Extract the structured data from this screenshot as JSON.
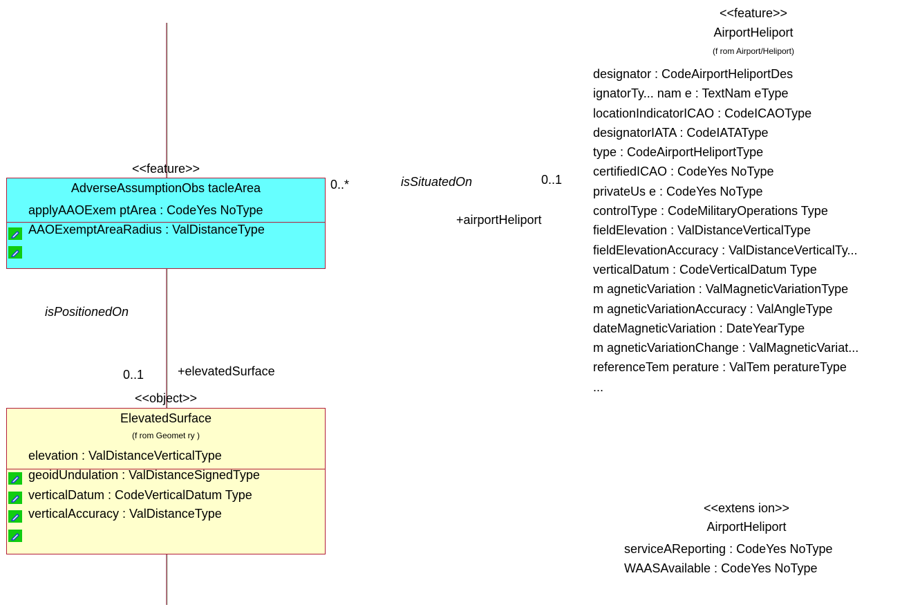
{
  "adverse_class": {
    "stereotype": "<<feature>>",
    "name": "AdverseAssumptionObs tacleArea",
    "attributes": [
      "applyAAOExem ptArea : CodeYes NoType",
      "AAOExemptAreaRadius : ValDistanceType"
    ],
    "multiplicity": "0..*"
  },
  "association_situated": {
    "name": "isSituatedOn",
    "multiplicity": "0..1",
    "role": "+airportHeliport"
  },
  "association_positioned": {
    "name": "isPositionedOn",
    "multiplicity": "0..1",
    "role": "+elevatedSurface"
  },
  "elevated_class": {
    "stereotype": "<<object>>",
    "name": "ElevatedSurface",
    "origin": "(f rom Geomet ry )",
    "attributes": [
      "elevation : ValDistanceVerticalType",
      "geoidUndulation : ValDistanceSignedType",
      "verticalDatum : CodeVerticalDatum Type",
      "verticalAccuracy : ValDistanceType"
    ]
  },
  "airport_feature": {
    "stereotype": "<<feature>>",
    "name": "AirportHeliport",
    "origin": "(f rom Airport/Heliport)",
    "attributes": [
      "designator : CodeAirportHeliportDes",
      "ignatorTy... nam e : TextNam eType",
      "locationIndicatorICAO : CodeICAOType",
      "designatorIATA : CodeIATAType",
      "type : CodeAirportHeliportType",
      "certifiedICAO : CodeYes NoType",
      "privateUs e : CodeYes NoType",
      "controlType : CodeMilitaryOperations Type",
      "fieldElevation : ValDistanceVerticalType",
      "fieldElevationAccuracy : ValDistanceVerticalTy...",
      "verticalDatum : CodeVerticalDatum Type",
      "m agneticVariation : ValMagneticVariationType",
      "m agneticVariationAccuracy : ValAngleType",
      "dateMagneticVariation : DateYearType",
      "m agneticVariationChange : ValMagneticVariat...",
      "referenceTem perature : ValTem peratureType",
      "..."
    ]
  },
  "airport_extension": {
    "stereotype": "<<extens ion>>",
    "name": "AirportHeliport",
    "attributes": [
      "serviceAReporting : CodeYes NoType",
      "WAASAvailable : CodeYes NoType"
    ]
  },
  "icons": {
    "attribute_marker": "pencil-icon"
  },
  "colors": {
    "feature_fill": "#66ffff",
    "object_fill": "#ffffcc",
    "border": "#b21c38",
    "marker": "#11cc11"
  }
}
